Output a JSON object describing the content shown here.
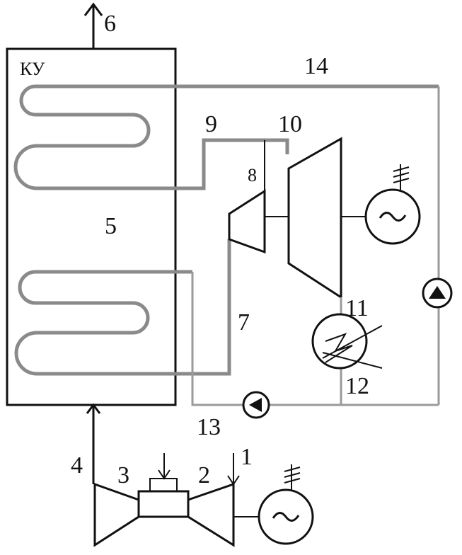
{
  "boiler": {
    "label": "КУ",
    "zone_label": "5"
  },
  "points": {
    "p1": "1",
    "p2": "2",
    "p3": "3",
    "p4": "4",
    "p6": "6",
    "p7": "7",
    "p8": "8",
    "p9": "9",
    "p10": "10",
    "p11": "11",
    "p12": "12",
    "p13": "13",
    "p14": "14"
  }
}
